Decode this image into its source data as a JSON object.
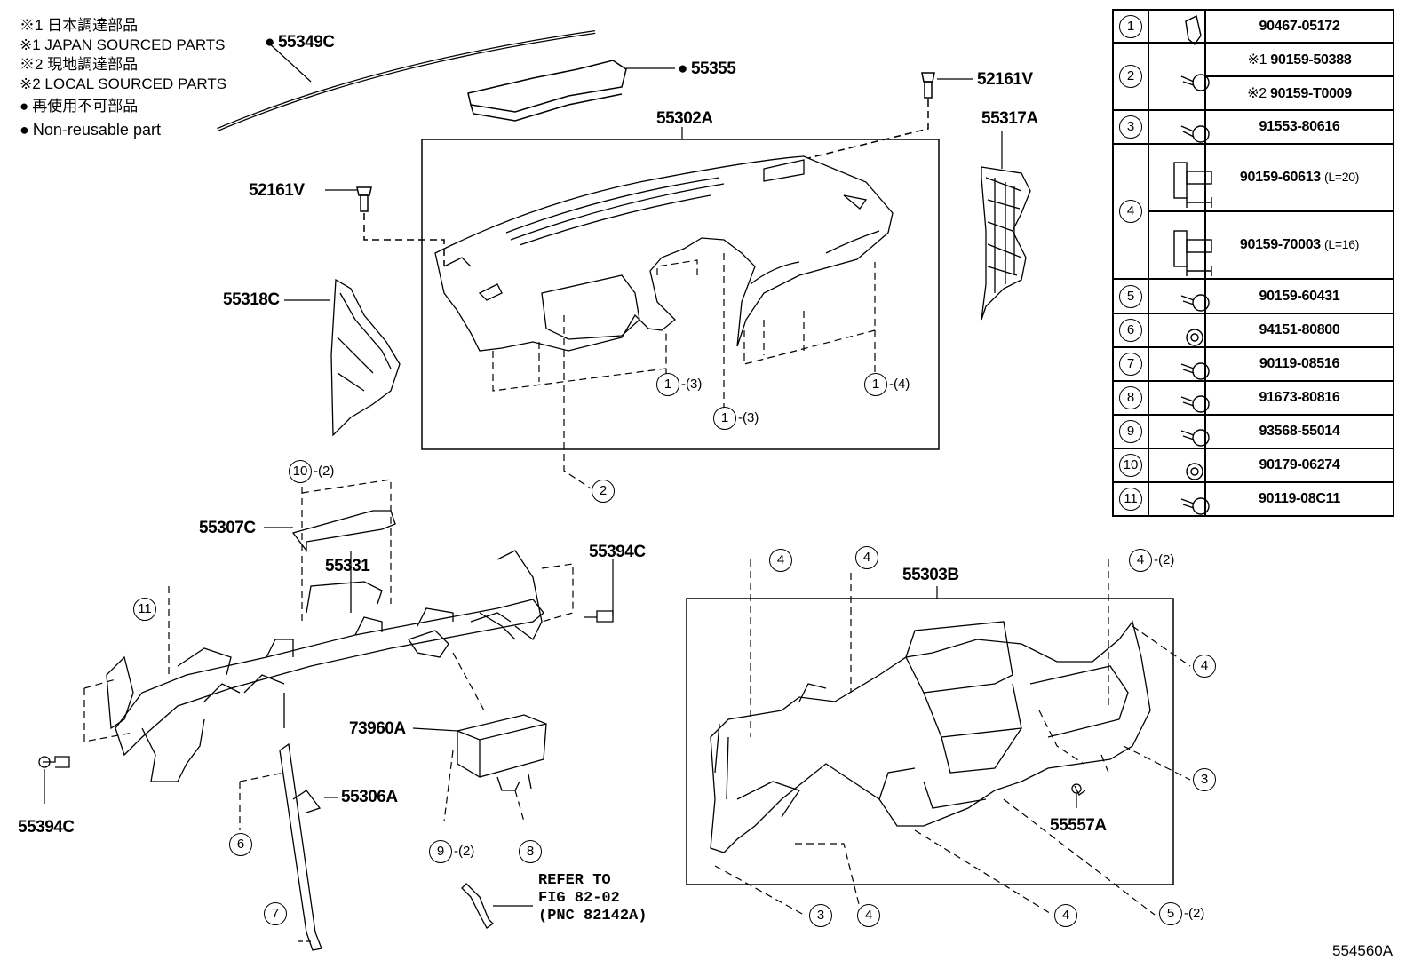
{
  "notes": {
    "line1": "※1 日本調達部品",
    "line2": "※1 JAPAN SOURCED PARTS",
    "line3": "※2 現地調達部品",
    "line4": "※2 LOCAL SOURCED PARTS",
    "line5": "再使用不可部品",
    "line6": "Non-reusable part"
  },
  "part_labels": {
    "p55349C": "55349C",
    "p55355": "55355",
    "p52161V_top": "52161V",
    "p55302A": "55302A",
    "p55317A": "55317A",
    "p52161V_left": "52161V",
    "p55318C": "55318C",
    "p55307C": "55307C",
    "p55331": "55331",
    "p55394C_right": "55394C",
    "p55303B": "55303B",
    "p73960A": "73960A",
    "p55306A": "55306A",
    "p55394C_left": "55394C",
    "p55557A": "55557A"
  },
  "callouts": {
    "c1": {
      "num": "1",
      "qty": "-(3)"
    },
    "c2": {
      "num": "1",
      "qty": "-(3)"
    },
    "c3": {
      "num": "1",
      "qty": "-(4)"
    },
    "c4": {
      "num": "2",
      "qty": ""
    },
    "c5": {
      "num": "10",
      "qty": "-(2)"
    },
    "c6": {
      "num": "11",
      "qty": ""
    },
    "c7": {
      "num": "6",
      "qty": ""
    },
    "c8": {
      "num": "7",
      "qty": ""
    },
    "c9": {
      "num": "9",
      "qty": "-(2)"
    },
    "c10": {
      "num": "8",
      "qty": ""
    },
    "c11": {
      "num": "4",
      "qty": ""
    },
    "c12": {
      "num": "4",
      "qty": ""
    },
    "c13": {
      "num": "4",
      "qty": "-(2)"
    },
    "c14": {
      "num": "4",
      "qty": ""
    },
    "c15": {
      "num": "3",
      "qty": ""
    },
    "c16": {
      "num": "3",
      "qty": ""
    },
    "c17": {
      "num": "4",
      "qty": ""
    },
    "c18": {
      "num": "4",
      "qty": ""
    },
    "c19": {
      "num": "5",
      "qty": "-(2)"
    }
  },
  "refer": {
    "line1": "REFER TO",
    "line2": "FIG 82-02",
    "line3": "(PNC 82142A)"
  },
  "figure_id": "554560A",
  "parts_table": {
    "r1": {
      "num": "1",
      "pn": "90467-05172"
    },
    "r2a": {
      "num": "2",
      "mark": "※1",
      "pn": "90159-50388"
    },
    "r2b": {
      "mark": "※2",
      "pn": "90159-T0009"
    },
    "r3": {
      "num": "3",
      "pn": "91553-80616"
    },
    "r4a": {
      "num": "4",
      "pn": "90159-60613",
      "len": "(L=20)"
    },
    "r4b": {
      "pn": "90159-70003",
      "len": "(L=16)"
    },
    "r5": {
      "num": "5",
      "pn": "90159-60431"
    },
    "r6": {
      "num": "6",
      "pn": "94151-80800"
    },
    "r7": {
      "num": "7",
      "pn": "90119-08516"
    },
    "r8": {
      "num": "8",
      "pn": "91673-80816"
    },
    "r9": {
      "num": "9",
      "pn": "93568-55014"
    },
    "r10": {
      "num": "10",
      "pn": "90179-06274"
    },
    "r11": {
      "num": "11",
      "pn": "90119-08C11"
    }
  }
}
